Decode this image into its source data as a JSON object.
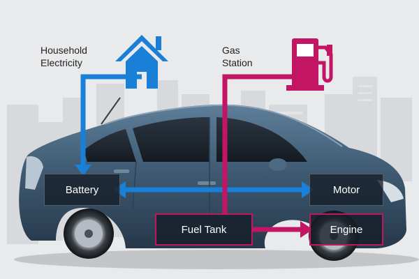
{
  "labels": {
    "household": "Household\nElectricity",
    "gas": "Gas\nStation"
  },
  "components": {
    "battery": "Battery",
    "motor": "Motor",
    "fuel_tank": "Fuel Tank",
    "engine": "Engine"
  },
  "icons": {
    "house": "house-icon",
    "fuel_pump": "fuel-pump-icon"
  },
  "colors": {
    "electric_flow": "#1a7fd6",
    "fuel_flow": "#c21563",
    "background": "#e9eaec",
    "car_body": "#3f5a72",
    "box_fill": "#1a222c"
  }
}
